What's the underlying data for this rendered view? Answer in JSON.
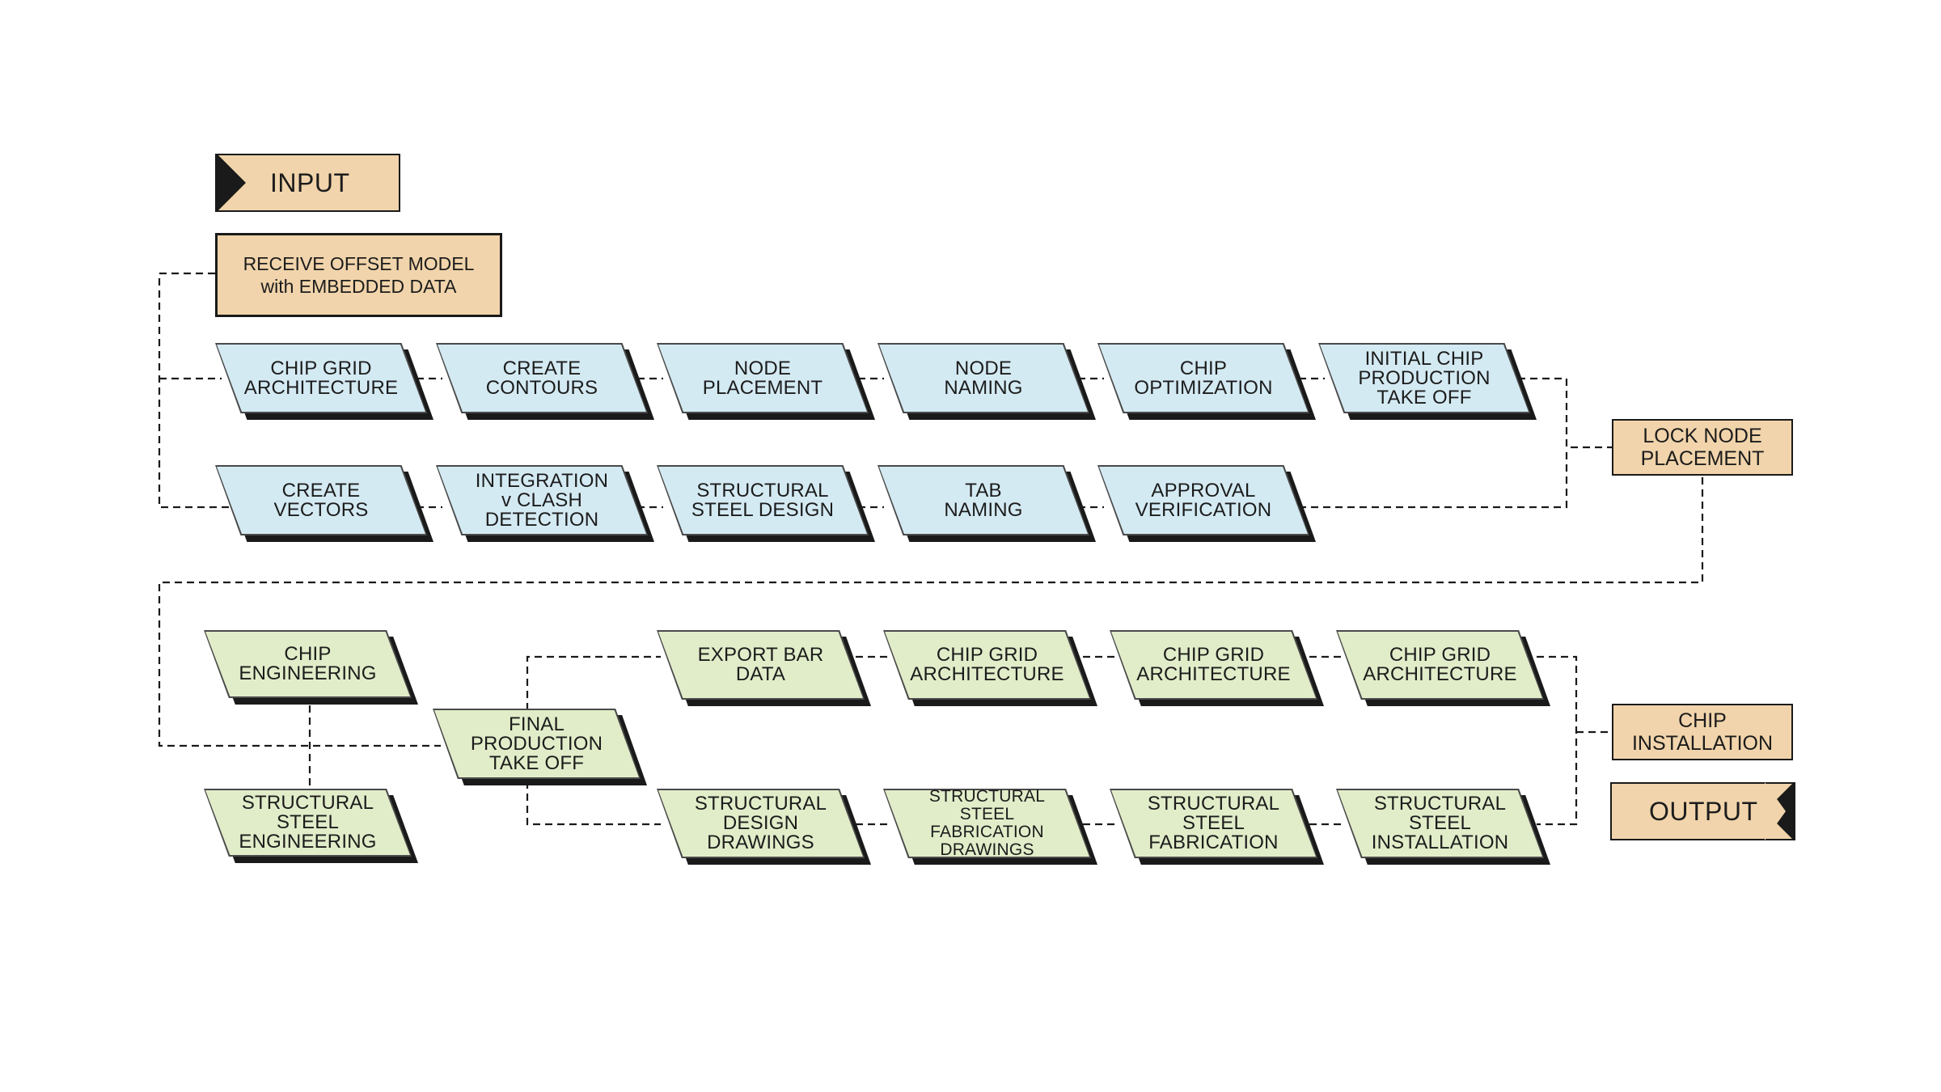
{
  "input_label": "INPUT",
  "output_label": "OUTPUT",
  "receive": "RECEIVE OFFSET MODEL\nwith EMBEDDED DATA",
  "lock": "LOCK NODE\nPLACEMENT",
  "install": "CHIP\nINSTALLATION",
  "blue_row1": [
    "CHIP GRID\nARCHITECTURE",
    "CREATE\nCONTOURS",
    "NODE\nPLACEMENT",
    "NODE\nNAMING",
    "CHIP\nOPTIMIZATION",
    "INITIAL CHIP\nPRODUCTION\nTAKE OFF"
  ],
  "blue_row2": [
    "CREATE\nVECTORS",
    "INTEGRATION\nv CLASH\nDETECTION",
    "STRUCTURAL\nSTEEL DESIGN",
    "TAB\nNAMING",
    "APPROVAL\nVERIFICATION"
  ],
  "green_left": {
    "chip_engineering": "CHIP\nENGINEERING",
    "steel_engineering": "STRUCTURAL\nSTEEL\nENGINEERING",
    "final": "FINAL\nPRODUCTION\nTAKE OFF"
  },
  "green_row1": [
    "EXPORT BAR\nDATA",
    "CHIP GRID\nARCHITECTURE",
    "CHIP GRID\nARCHITECTURE",
    "CHIP GRID\nARCHITECTURE"
  ],
  "green_row2": [
    "STRUCTURAL\nDESIGN\nDRAWINGS",
    "STRUCTURAL\nSTEEL FABRICATION\nDRAWINGS",
    "STRUCTURAL\nSTEEL\nFABRICATION",
    "STRUCTURAL\nSTEEL\nINSTALLATION"
  ]
}
